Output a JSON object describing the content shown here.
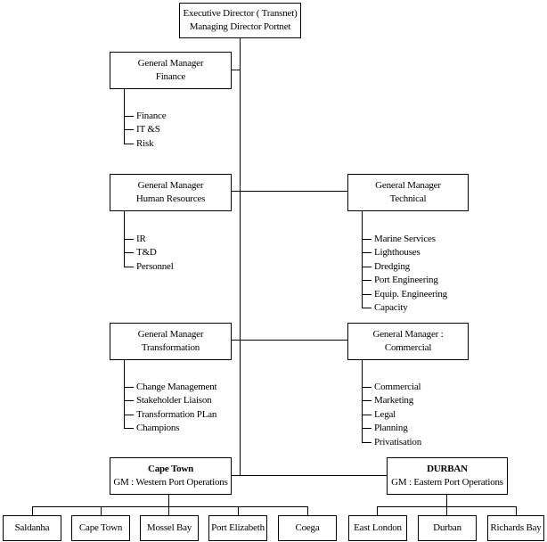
{
  "executive": {
    "line1": "Executive Director ( Transnet)",
    "line2": "Managing Director Portnet"
  },
  "finance": {
    "title": "General Manager",
    "dept": "Finance",
    "items": [
      "Finance",
      "IT &S",
      "Risk"
    ]
  },
  "hr": {
    "title": "General Manager",
    "dept": "Human Resources",
    "items": [
      "IR",
      "T&D",
      "Personnel"
    ]
  },
  "technical": {
    "title": "General Manager",
    "dept": "Technical",
    "items": [
      "Marine Services",
      "Lighthouses",
      "Dredging",
      "Port Engineering",
      "Equip. Engineering",
      "Capacity"
    ]
  },
  "transformation": {
    "title": "General Manager",
    "dept": "Transformation",
    "items": [
      "Change Management",
      "Stakeholder Liaison",
      "Transformation PLan",
      "Champions"
    ]
  },
  "commercial": {
    "title": "General Manager :",
    "dept": "Commercial",
    "items": [
      "Commercial",
      "Marketing",
      "Legal",
      "Planning",
      "Privatisation"
    ]
  },
  "western": {
    "city": "Cape Town",
    "role": "GM : Western Port Operations",
    "ports": [
      "Saldanha",
      "Cape Town",
      "Mossel Bay",
      "Port Elizabeth",
      "Coega"
    ]
  },
  "eastern": {
    "city": "DURBAN",
    "role": "GM : Eastern Port Operations",
    "ports": [
      "East London",
      "Durban",
      "Richards Bay"
    ]
  }
}
